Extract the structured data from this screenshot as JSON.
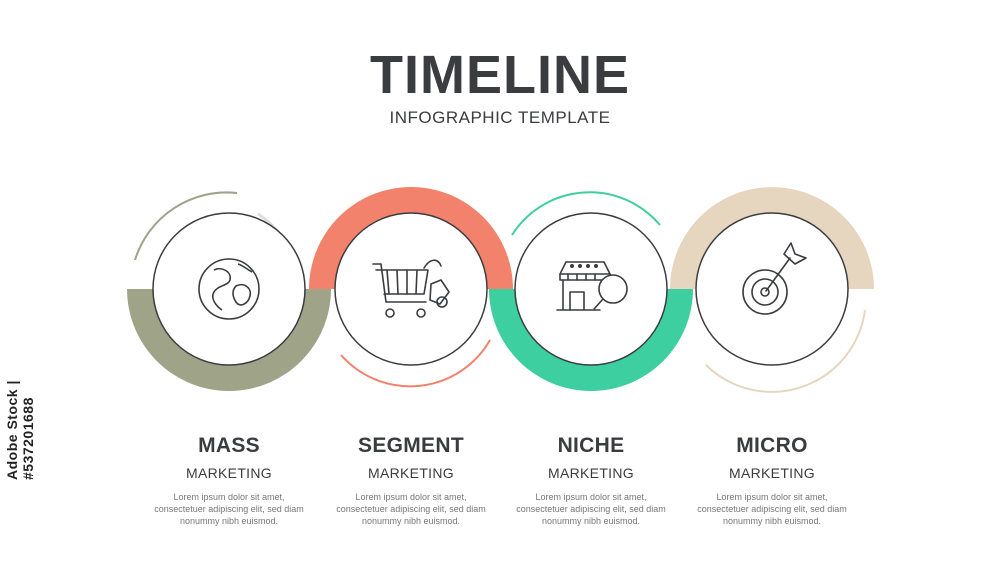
{
  "header": {
    "title": "TIMELINE",
    "subtitle": "INFOGRAPHIC TEMPLATE"
  },
  "watermark": "Adobe Stock | #537201688",
  "colors": {
    "text": "#3a3c3f",
    "olive": "#9fa387",
    "coral": "#f2826c",
    "teal": "#3dcf9f",
    "beige": "#e6d6bf"
  },
  "steps": [
    {
      "heading": "MASS",
      "sub": "MARKETING",
      "body": [
        "Lorem ipsum dolor sit amet,",
        "consectetuer adipiscing elit, sed diam",
        "nonummy nibh euismod."
      ],
      "icon": "globe-icon",
      "color": "olive"
    },
    {
      "heading": "SEGMENT",
      "sub": "MARKETING",
      "body": [
        "Lorem ipsum dolor sit amet,",
        "consectetuer adipiscing elit, sed diam",
        "nonummy nibh euismod."
      ],
      "icon": "shopping-cart-icon",
      "color": "coral"
    },
    {
      "heading": "NICHE",
      "sub": "MARKETING",
      "body": [
        "Lorem ipsum dolor sit amet,",
        "consectetuer adipiscing elit, sed diam",
        "nonummy nibh euismod."
      ],
      "icon": "store-search-icon",
      "color": "teal"
    },
    {
      "heading": "MICRO",
      "sub": "MARKETING",
      "body": [
        "Lorem ipsum dolor sit amet,",
        "consectetuer adipiscing elit, sed diam",
        "nonummy nibh euismod."
      ],
      "icon": "target-icon",
      "color": "beige"
    }
  ]
}
